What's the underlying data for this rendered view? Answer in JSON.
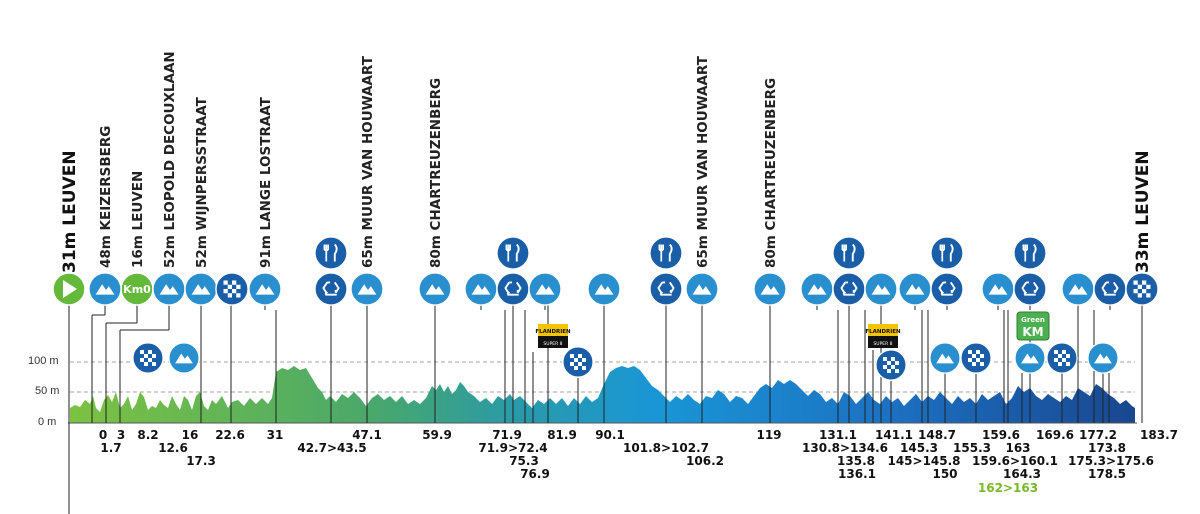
{
  "climbs": [
    {
      "alt": "31m",
      "name": "LEUVEN",
      "big": true
    },
    {
      "alt": "48m",
      "name": "KEIZERSBERG"
    },
    {
      "alt": "16m",
      "name": "LEUVEN"
    },
    {
      "alt": "52m",
      "name": "LEOPOLD DECOUXLAAN"
    },
    {
      "alt": "52m",
      "name": "WIJNPERSSTRAAT"
    },
    {
      "alt": "91m",
      "name": "LANGE LOSTRAAT"
    },
    {
      "alt": "65m",
      "name": "MUUR VAN HOUWAART"
    },
    {
      "alt": "80m",
      "name": "CHARTREUZENBERG"
    },
    {
      "alt": "65m",
      "name": "MUUR VAN HOUWAART"
    },
    {
      "alt": "80m",
      "name": "CHARTREUZENBERG"
    },
    {
      "alt": "33m",
      "name": "LEUVEN",
      "big": true
    }
  ],
  "y_axis": [
    "100 m",
    "50 m",
    "0 m"
  ],
  "km0_label": "Km0",
  "sponsor_label": "FLANDRIEN",
  "sponsor_sub": "SUPER 8",
  "green_km_label": [
    "Green",
    "KM"
  ],
  "km_row1": [
    "0",
    "3",
    "8.2",
    "16",
    "22.6",
    "31",
    "42.7>43.5",
    "47.1",
    "59.9",
    "71.9",
    "81.9",
    "90.1",
    "101.8>102.7",
    "119",
    "131.1",
    "141.1",
    "148.7",
    "159.6",
    "163",
    "169.6",
    "177.2",
    "183.7"
  ],
  "km_row2": [
    "1.7",
    "12.6",
    "71.9>72.4",
    "106.2",
    "130.8>134.6",
    "145.3",
    "155.3",
    "159.6>160.1",
    "173.8"
  ],
  "km_row3": [
    "17.3",
    "75.3",
    "135.8",
    "145>145.8",
    "164.3",
    "175.3>175.6"
  ],
  "km_row4": [
    "76.9",
    "136.1",
    "150",
    "178.5"
  ],
  "km_green": "162>163",
  "colors": {
    "start": "#64b83a",
    "climb": "#2a8fcf",
    "sprint": "#1a5ea8",
    "profile_start": "#7cc241",
    "profile_end": "#1b4f9c",
    "green_km": "#4caf50"
  }
}
